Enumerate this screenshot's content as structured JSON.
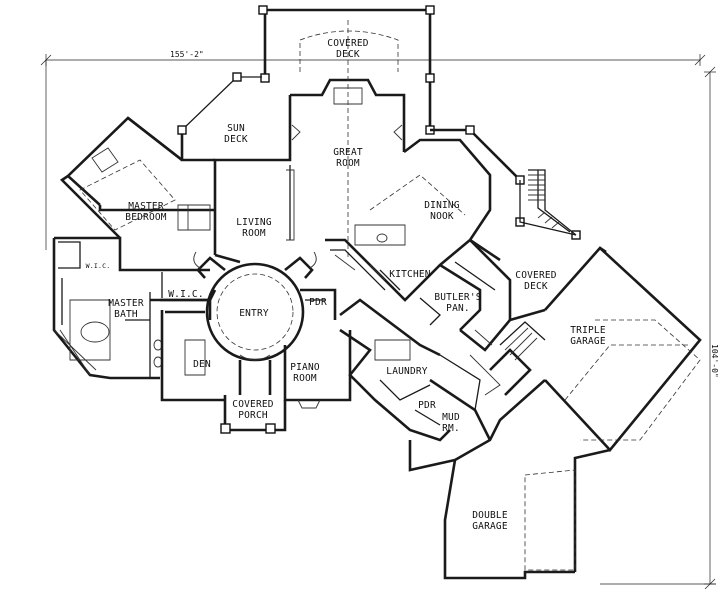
{
  "dimensions": {
    "width": "155'-2\"",
    "depth": "104'-0\""
  },
  "rooms": {
    "covered_deck_top": [
      "COVERED",
      "DECK"
    ],
    "sun_deck": [
      "SUN",
      "DECK"
    ],
    "great_room": [
      "GREAT",
      "ROOM"
    ],
    "dining_nook": [
      "DINING",
      "NOOK"
    ],
    "master_bedroom": [
      "MASTER",
      "BEDROOM"
    ],
    "living_room": [
      "LIVING",
      "ROOM"
    ],
    "kitchen": "KITCHEN",
    "butlers_pan": [
      "BUTLER'S",
      "PAN."
    ],
    "covered_deck_right": [
      "COVERED",
      "DECK"
    ],
    "wic_small": "W.I.C.",
    "wic": "W.I.C.",
    "master_bath": [
      "MASTER",
      "BATH"
    ],
    "entry": "ENTRY",
    "pdr_upper": "PDR",
    "triple_garage": [
      "TRIPLE",
      "GARAGE"
    ],
    "den": "DEN",
    "piano_room": [
      "PIANO",
      "ROOM"
    ],
    "laundry": "LAUNDRY",
    "pdr_lower": "PDR",
    "mud_rm": [
      "MUD",
      "RM."
    ],
    "covered_porch": [
      "COVERED",
      "PORCH"
    ],
    "double_garage": [
      "DOUBLE",
      "GARAGE"
    ]
  }
}
